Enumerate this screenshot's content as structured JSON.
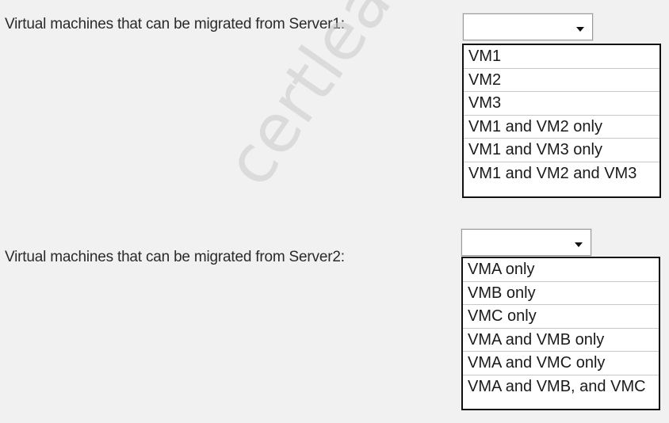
{
  "question1": {
    "label": "Virtual machines that can be migrated from Server1:",
    "options": [
      "VM1",
      "VM2",
      "VM3",
      "VM1 and VM2 only",
      "VM1 and VM3 only",
      "VM1 and VM2 and VM3"
    ]
  },
  "question2": {
    "label": "Virtual machines that can be migrated from Server2:",
    "options": [
      "VMA only",
      "VMB only",
      "VMC only",
      "VMA and VMB only",
      "VMA and VMC only",
      "VMA and VMB, and VMC"
    ]
  },
  "watermark": "certleader.com"
}
